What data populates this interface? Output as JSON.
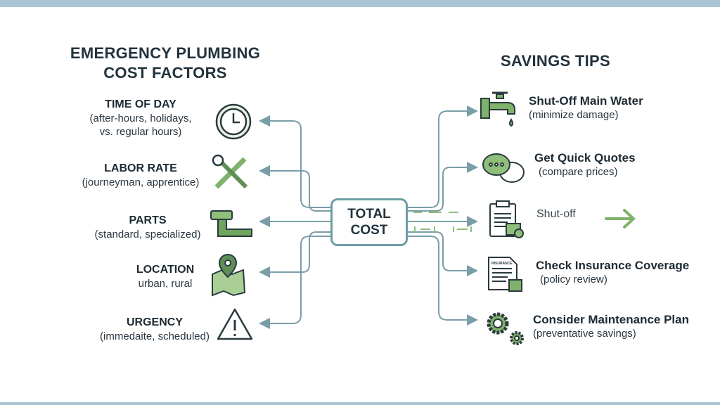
{
  "left": {
    "title_line1": "EMERGENCY PLUMBING",
    "title_line2": "COST FACTORS",
    "factors": [
      {
        "title": "TIME OF DAY",
        "sub1": "(after-hours, holidays,",
        "sub2": "vs. regular hours)",
        "icon": "clock-icon"
      },
      {
        "title": "LABOR RATE",
        "sub1": "(journeyman, apprentice)",
        "sub2": "",
        "icon": "wrench-screwdriver-icon"
      },
      {
        "title": "PARTS",
        "sub1": "(standard, specialized)",
        "sub2": "",
        "icon": "pipe-icon"
      },
      {
        "title": "LOCATION",
        "sub1": "urban, rural",
        "sub2": "",
        "icon": "map-pin-icon"
      },
      {
        "title": "URGENCY",
        "sub1": "(immedaite, scheduled)",
        "sub2": "",
        "icon": "warning-icon"
      }
    ]
  },
  "center": {
    "line1": "TOTAL",
    "line2": "COST"
  },
  "right": {
    "title": "SAVINGS TIPS",
    "tips": [
      {
        "title": "Shut-Off Main Water",
        "sub": "(minimize damage)",
        "icon": "faucet-icon"
      },
      {
        "title": "Get Quick Quotes",
        "sub": "(compare prices)",
        "icon": "chat-bubbles-icon"
      },
      {
        "title": "Shut-off",
        "sub": "",
        "icon": "clipboard-icon"
      },
      {
        "title": "Check Insurance Coverage",
        "sub": "(policy review)",
        "icon": "insurance-document-icon",
        "icon_text": "INSURANCE"
      },
      {
        "title": "Consider Maintenance Plan",
        "sub": "(preventative savings)",
        "icon": "gears-icon"
      }
    ]
  },
  "colors": {
    "connector": "#7a9ea8",
    "accent_green": "#7fb26a",
    "border": "#6e9ea3",
    "band": "#a9c4d2"
  }
}
